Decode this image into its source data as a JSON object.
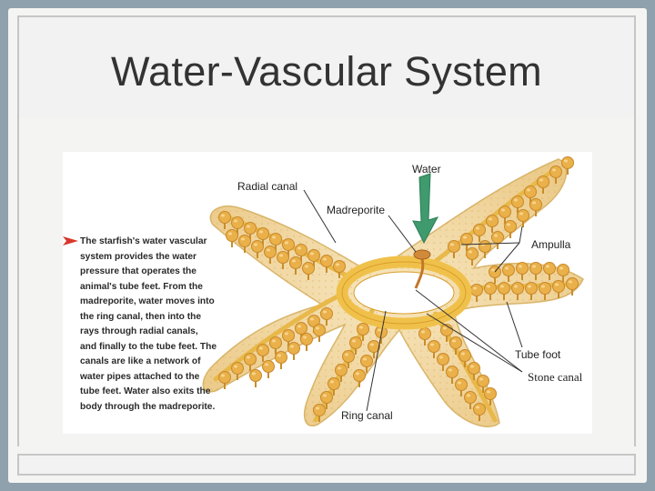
{
  "slide": {
    "title": "Water-Vascular System"
  },
  "figure": {
    "caption": "The starfish's water vascular system provides the water pressure that operates the animal's tube feet. From the madreporite, water moves into the ring canal, then into the rays through radial canals, and finally to the tube feet. The canals are like a network of water pipes attached to the tube feet. Water also exits the body through the madreporite.",
    "labels": {
      "water": "Water",
      "radial_canal": "Radial canal",
      "madreporite": "Madreporite",
      "ampulla": "Ampulla",
      "tube_foot": "Tube foot",
      "stone_canal": "Stone canal",
      "ring_canal": "Ring canal"
    },
    "colors": {
      "body": "#f2d9a6",
      "body_edge": "#d9b56a",
      "ring": "#f0c14a",
      "ampulla": "#e4a83a",
      "water_arrow": "#3f9a6e",
      "caption_arrow": "#d9362b"
    }
  }
}
